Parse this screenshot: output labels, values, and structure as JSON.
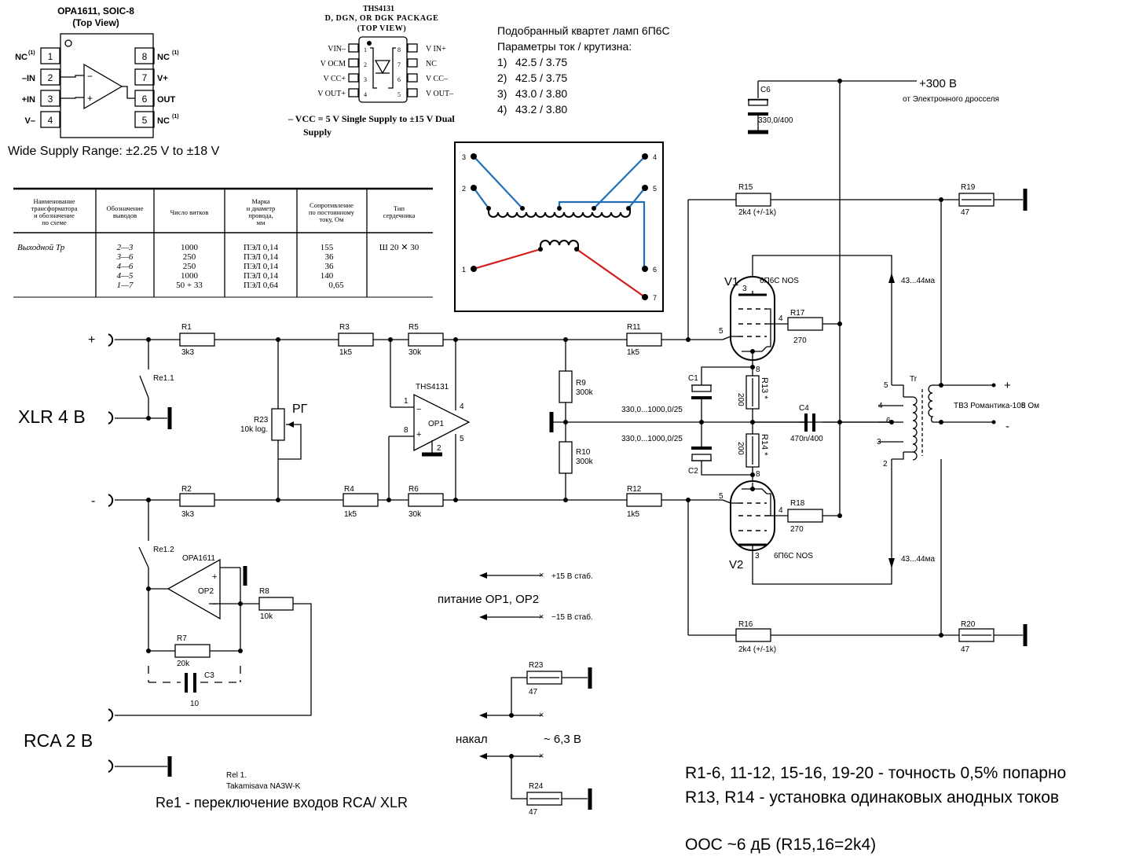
{
  "opa_pinout": {
    "title": "OPA1611, SOIC-8",
    "subtitle": "(Top View)",
    "left_pins": [
      {
        "name": "NC",
        "sup": "(1)",
        "num": "1"
      },
      {
        "name": "–IN",
        "sup": "",
        "num": "2"
      },
      {
        "name": "+IN",
        "sup": "",
        "num": "3"
      },
      {
        "name": "V–",
        "sup": "",
        "num": "4"
      }
    ],
    "right_pins": [
      {
        "num": "8",
        "name": "NC",
        "sup": "(1)"
      },
      {
        "num": "7",
        "name": "V+",
        "sup": ""
      },
      {
        "num": "6",
        "name": "OUT",
        "sup": ""
      },
      {
        "num": "5",
        "name": "NC",
        "sup": "(1)"
      }
    ],
    "note": "Wide Supply Range: ±2.25 V to ±18 V"
  },
  "ths_pinout": {
    "title": "THS4131",
    "package": "D, DGN, OR DGK PACKAGE",
    "view": "(TOP VIEW)",
    "left_pins": [
      {
        "name": "VIN–",
        "num": "1"
      },
      {
        "name": "V OCM",
        "num": "2"
      },
      {
        "name": "V CC+",
        "num": "3"
      },
      {
        "name": "V OUT+",
        "num": "4"
      }
    ],
    "right_pins": [
      {
        "num": "8",
        "name": "V IN+"
      },
      {
        "num": "7",
        "name": "NC"
      },
      {
        "num": "6",
        "name": "V CC–"
      },
      {
        "num": "5",
        "name": "V OUT–"
      }
    ],
    "note1": "– VCC = 5 V Single Supply to ±15 V Dual",
    "note2": "Supply"
  },
  "tube_quartet": {
    "title": "Подобранный квартет ламп 6П6С",
    "subtitle": "Параметры ток / крутизна:",
    "items": [
      {
        "n": "1)",
        "v": "42.5 / 3.75"
      },
      {
        "n": "2)",
        "v": "42.5 / 3.75"
      },
      {
        "n": "3)",
        "v": "43.0 / 3.80"
      },
      {
        "n": "4)",
        "v": "43.2 / 3.80"
      }
    ]
  },
  "winding_table": {
    "headers": [
      [
        "Наименование",
        "трансформатора",
        "и обозначение",
        "по схеме"
      ],
      [
        "Обозначение",
        "выводов"
      ],
      [
        "Число витков"
      ],
      [
        "Марка",
        "и диаметр",
        "провода,",
        "мм"
      ],
      [
        "Сопротивление",
        "по постоянному",
        "току, Ом"
      ],
      [
        "Тип",
        "сердечника"
      ]
    ],
    "name": "Выходной Тр",
    "rows": [
      [
        "2—3",
        "1000",
        "ПЭЛ 0,14",
        "155"
      ],
      [
        "3—6",
        "250",
        "ПЭЛ 0,14",
        "36"
      ],
      [
        "4—6",
        "250",
        "ПЭЛ 0,14",
        "36"
      ],
      [
        "4—5",
        "1000",
        "ПЭЛ 0,14",
        "140"
      ],
      [
        "1—7",
        "50 + 33",
        "ПЭЛ 0,64",
        "0,65"
      ]
    ],
    "core": "Ш 20 ✕ 30"
  },
  "transformer_diagram": {
    "pins_left": [
      "3",
      "2",
      "1"
    ],
    "pins_right": [
      "4",
      "5",
      "6",
      "7"
    ]
  },
  "supply": {
    "voltage": "+300 В",
    "source": "от Электронного дросселя",
    "c6_name": "C6",
    "c6_value": "330,0/400"
  },
  "inputs": {
    "xlr_label": "XLR  4 В",
    "rca_label": "RCA  2 В",
    "plus": "+",
    "minus": "-"
  },
  "components": {
    "R1": {
      "name": "R1",
      "value": "3k3"
    },
    "R2": {
      "name": "R2",
      "value": "3k3"
    },
    "R3": {
      "name": "R3",
      "value": "1k5"
    },
    "R4": {
      "name": "R4",
      "value": "1k5"
    },
    "R5": {
      "name": "R5",
      "value": "30k"
    },
    "R6": {
      "name": "R6",
      "value": "30k"
    },
    "R7": {
      "name": "R7",
      "value": "20k"
    },
    "R8": {
      "name": "R8",
      "value": "10k"
    },
    "R9": {
      "name": "R9",
      "value": "300k"
    },
    "R10": {
      "name": "R10",
      "value": "300k"
    },
    "R11": {
      "name": "R11",
      "value": "1k5"
    },
    "R12": {
      "name": "R12",
      "value": "1k5"
    },
    "R13": {
      "name": "R13 *",
      "value": "200"
    },
    "R14": {
      "name": "R14 *",
      "value": "200"
    },
    "R15": {
      "name": "R15",
      "value": "2k4 (+/-1k)"
    },
    "R16": {
      "name": "R16",
      "value": "2k4 (+/-1k)"
    },
    "R17": {
      "name": "R17",
      "value": "270"
    },
    "R18": {
      "name": "R18",
      "value": "270"
    },
    "R19": {
      "name": "R19",
      "value": "47"
    },
    "R20": {
      "name": "R20",
      "value": "47"
    },
    "R23": {
      "name": "R23",
      "value": "10k log."
    },
    "R23b": {
      "name": "R23",
      "value": "47"
    },
    "R24": {
      "name": "R24",
      "value": "47"
    },
    "C1": {
      "name": "C1",
      "value": "330,0...1000,0/25"
    },
    "C2": {
      "name": "C2",
      "value": "330,0...1000,0/25"
    },
    "C3": {
      "name": "C3",
      "value": "10"
    },
    "C4": {
      "name": "C4",
      "value": "470n/400"
    },
    "RG": "РГ",
    "Re1_1": "Re1.1",
    "Re1_2": "Re1.2",
    "OP1": "OP1",
    "OP1_part": "THS4131",
    "OP2": "OP2",
    "OP2_part": "OPA1611",
    "V1": "V1",
    "V1_type": "6П6С NOS",
    "V2": "V2",
    "V2_type": "6П6С NOS",
    "Tr": "Tr",
    "Tr_type": "ТВЗ Романтика-105",
    "load": "8 Ом",
    "out_plus": "+",
    "out_minus": "-",
    "current_top": "43...44ма",
    "current_bot": "43...44ма"
  },
  "power": {
    "plus15": "+15 В стаб.",
    "minus15": "−15 В стаб.",
    "label": "питание ОР1, ОР2"
  },
  "heater": {
    "label": "накал",
    "voltage": "~ 6,3 В"
  },
  "relay_note": {
    "line1": "Rel 1.",
    "line2": "Takamisava NA3W-K",
    "line3": "Re1 - переключение входов RCA/ XLR"
  },
  "notes": {
    "line1": "R1-6, 11-12, 15-16, 19-20 - точность 0,5% попарно",
    "line2": "R13, R14 - установка одинаковых анодных токов",
    "line3": "ООС ~6 дБ (R15,16=2k4)"
  }
}
